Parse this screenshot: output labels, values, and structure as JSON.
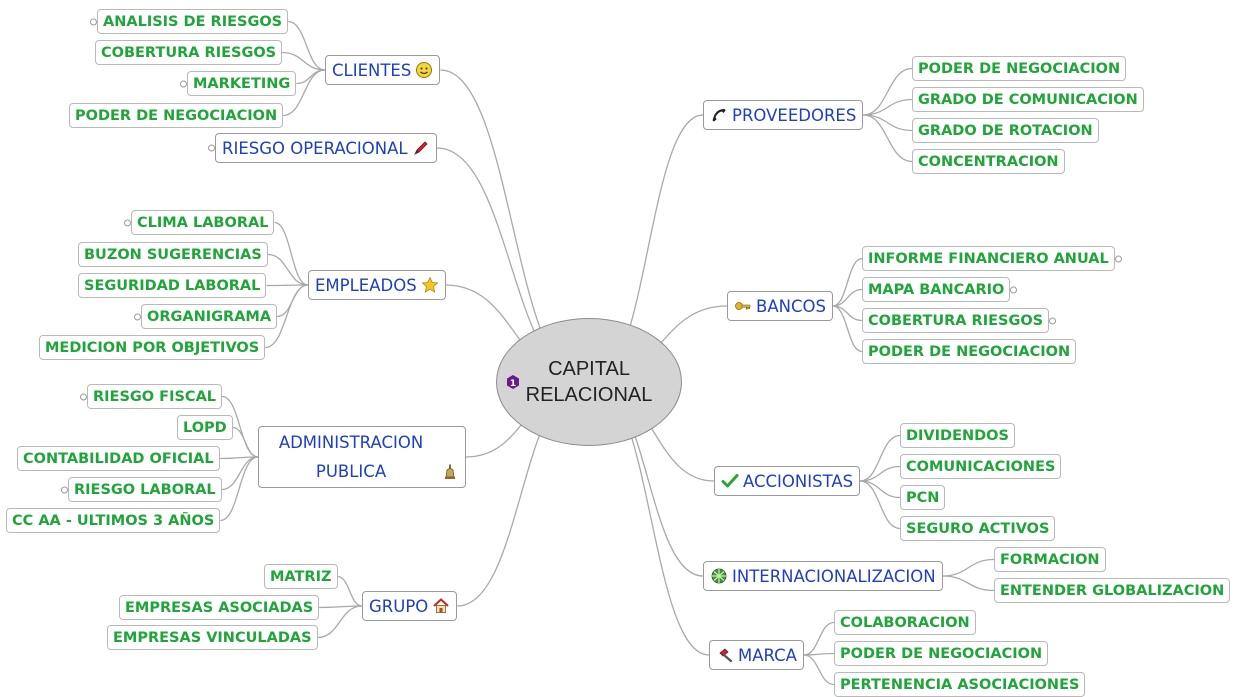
{
  "center": {
    "line1": "CAPITAL",
    "line2": "RELACIONAL",
    "badge": "priority-1-icon"
  },
  "colors": {
    "leaf_text": "#1fa53a",
    "branch_text": "#1d3fc8",
    "center_fill": "#d4d4d4",
    "link": "#a9a9a9"
  },
  "branches": {
    "clientes": {
      "label": "CLIENTES",
      "icon": "smiley-icon",
      "children": [
        "ANALISIS DE RIESGOS",
        "COBERTURA RIESGOS",
        "MARKETING",
        "PODER DE NEGOCIACION"
      ]
    },
    "riesgo_operacional": {
      "label": "RIESGO OPERACIONAL",
      "icon": "pen-icon"
    },
    "empleados": {
      "label": "EMPLEADOS",
      "icon": "star-icon",
      "children": [
        "CLIMA LABORAL",
        "BUZON SUGERENCIAS",
        "SEGURIDAD LABORAL",
        "ORGANIGRAMA",
        "MEDICION POR OBJETIVOS"
      ]
    },
    "administracion": {
      "line1": "ADMINISTRACION",
      "line2": "PUBLICA",
      "icon": "bell-icon",
      "children": [
        "RIESGO FISCAL",
        "LOPD",
        "CONTABILIDAD OFICIAL",
        "RIESGO LABORAL",
        "CC AA - ULTIMOS 3 AÑOS"
      ]
    },
    "grupo": {
      "label": "GRUPO",
      "icon": "house-icon",
      "children": [
        "MATRIZ",
        "EMPRESAS ASOCIADAS",
        "EMPRESAS VINCULADAS"
      ]
    },
    "proveedores": {
      "label": "PROVEEDORES",
      "icon": "phone-icon",
      "children": [
        "PODER DE NEGOCIACION",
        "GRADO DE COMUNICACION",
        "GRADO DE ROTACION",
        "CONCENTRACION"
      ]
    },
    "bancos": {
      "label": "BANCOS",
      "icon": "key-icon",
      "children": [
        "INFORME FINANCIERO ANUAL",
        "MAPA BANCARIO",
        "COBERTURA RIESGOS",
        "PODER DE NEGOCIACION"
      ]
    },
    "accionistas": {
      "label": "ACCIONISTAS",
      "icon": "checkmark-icon",
      "children": [
        "DIVIDENDOS",
        "COMUNICACIONES",
        "PCN",
        "SEGURO ACTIVOS"
      ]
    },
    "internacionalizacion": {
      "label": "INTERNACIONALIZACION",
      "icon": "globe-icon",
      "children": [
        "FORMACION",
        "ENTENDER GLOBALIZACION"
      ]
    },
    "marca": {
      "label": "MARCA",
      "icon": "hammer-icon",
      "children": [
        "COLABORACION",
        "PODER DE NEGOCIACION",
        "PERTENENCIA ASOCIACIONES"
      ]
    }
  }
}
